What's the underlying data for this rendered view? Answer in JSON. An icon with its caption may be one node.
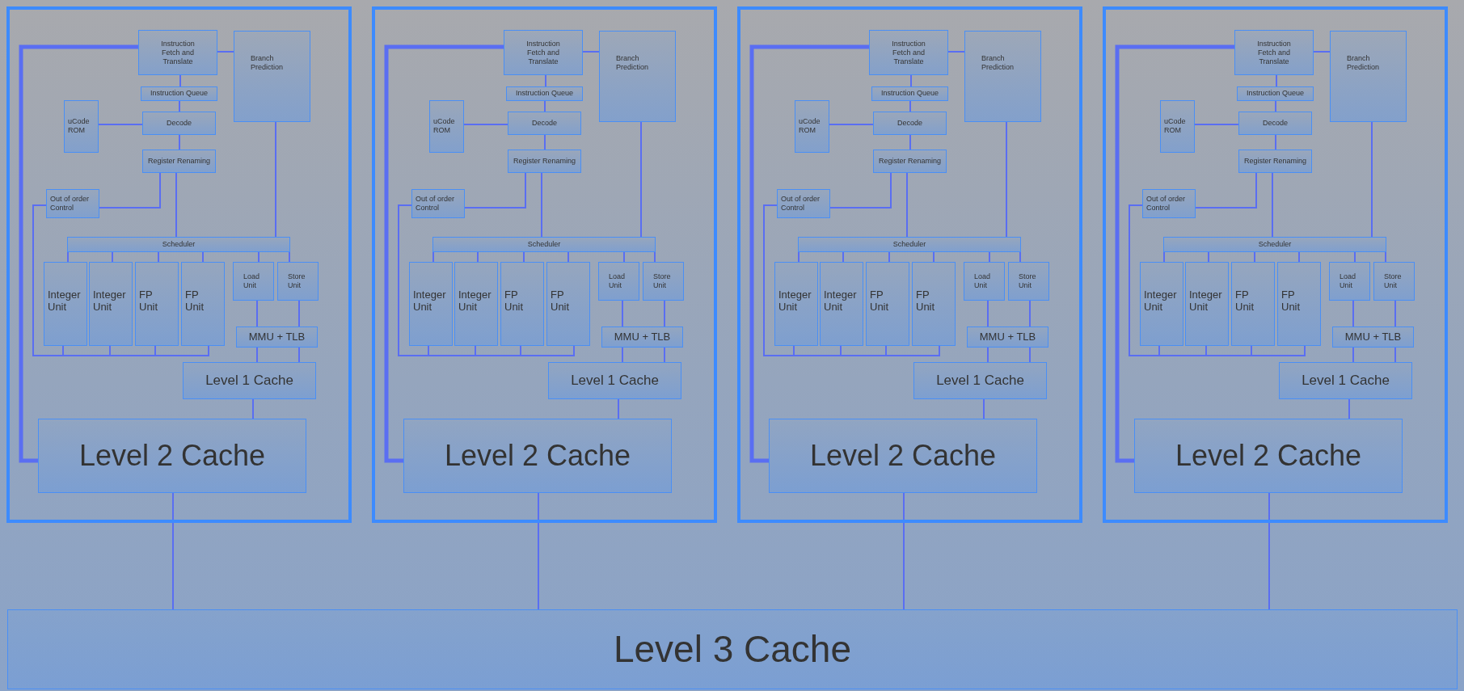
{
  "diagram": {
    "nodes": [
      {
        "text": [],
        "shape": "box"
      },
      {
        "text": [
          "Instruction Fetch and Translate"
        ],
        "in": 0
      },
      {
        "text": [
          "Branch Prediction"
        ],
        "in": 0
      },
      {
        "text": [
          "Instruction Queue"
        ],
        "in": 0
      },
      {
        "text": [
          "uCode ROM"
        ],
        "in": 0
      },
      {
        "text": [
          "Decode"
        ],
        "in": 0
      },
      {
        "text": [
          "Register Renaming"
        ],
        "in": 0
      },
      {
        "text": [
          "Out of order Control"
        ],
        "in": 0
      },
      {
        "text": [
          "Scheduler"
        ],
        "in": 0
      },
      {
        "text": [
          "Integer Unit"
        ],
        "in": 0
      },
      {
        "text": [
          "Integer Unit"
        ],
        "in": 0
      },
      {
        "text": [
          "FP Unit"
        ],
        "in": 0
      },
      {
        "text": [
          "FP Unit"
        ],
        "in": 0
      },
      {
        "text": [
          "Load Unit"
        ],
        "in": 0
      },
      {
        "text": [
          "Store Unit"
        ],
        "in": 0
      },
      {
        "text": [
          "MMU + TLB"
        ],
        "in": 0
      },
      {
        "text": [
          "Level 1 Cache"
        ],
        "in": 0
      },
      {
        "text": [
          "Level 2 Cache"
        ],
        "in": 0
      },
      {
        "text": [],
        "shape": "box"
      },
      {
        "text": [
          "Instruction Fetch and Translate"
        ],
        "in": 18
      },
      {
        "text": [
          "Branch Prediction"
        ],
        "in": 18
      },
      {
        "text": [
          "Instruction Queue"
        ],
        "in": 18
      },
      {
        "text": [
          "uCode ROM"
        ],
        "in": 18
      },
      {
        "text": [
          "Decode"
        ],
        "in": 18
      },
      {
        "text": [
          "Register Renaming"
        ],
        "in": 18
      },
      {
        "text": [
          "Out of order Control"
        ],
        "in": 18
      },
      {
        "text": [
          "Scheduler"
        ],
        "in": 18
      },
      {
        "text": [
          "Integer Unit"
        ],
        "in": 18
      },
      {
        "text": [
          "Integer Unit"
        ],
        "in": 18
      },
      {
        "text": [
          "FP Unit"
        ],
        "in": 18
      },
      {
        "text": [
          "FP Unit"
        ],
        "in": 18
      },
      {
        "text": [
          "Load Unit"
        ],
        "in": 18
      },
      {
        "text": [
          "Store Unit"
        ],
        "in": 18
      },
      {
        "text": [
          "MMU + TLB"
        ],
        "in": 18
      },
      {
        "text": [
          "Level 1 Cache"
        ],
        "in": 18
      },
      {
        "text": [
          "Level 2 Cache"
        ],
        "in": 18
      },
      {
        "text": [],
        "shape": "box"
      },
      {
        "text": [
          "Instruction Fetch and Translate"
        ],
        "in": 36
      },
      {
        "text": [
          "Branch Prediction"
        ],
        "in": 36
      },
      {
        "text": [
          "Instruction Queue"
        ],
        "in": 36
      },
      {
        "text": [
          "uCode ROM"
        ],
        "in": 36
      },
      {
        "text": [
          "Decode"
        ],
        "in": 36
      },
      {
        "text": [
          "Register Renaming"
        ],
        "in": 36
      },
      {
        "text": [
          "Out of order Control"
        ],
        "in": 36
      },
      {
        "text": [
          "Scheduler"
        ],
        "in": 36
      },
      {
        "text": [
          "Integer Unit"
        ],
        "in": 36
      },
      {
        "text": [
          "Integer Unit"
        ],
        "in": 36
      },
      {
        "text": [
          "FP Unit"
        ],
        "in": 36
      },
      {
        "text": [
          "FP Unit"
        ],
        "in": 36
      },
      {
        "text": [
          "Load Unit"
        ],
        "in": 36
      },
      {
        "text": [
          "Store Unit"
        ],
        "in": 36
      },
      {
        "text": [
          "MMU + TLB"
        ],
        "in": 36
      },
      {
        "text": [
          "Level 1 Cache"
        ],
        "in": 36
      },
      {
        "text": [
          "Level 2 Cache"
        ],
        "in": 36
      },
      {
        "text": [],
        "shape": "box"
      },
      {
        "text": [
          "Instruction Fetch and Translate"
        ],
        "in": 54
      },
      {
        "text": [
          "Branch Prediction"
        ],
        "in": 54
      },
      {
        "text": [
          "Instruction Queue"
        ],
        "in": 54
      },
      {
        "text": [
          "uCode ROM"
        ],
        "in": 54
      },
      {
        "text": [
          "Decode"
        ],
        "in": 54
      },
      {
        "text": [
          "Register Renaming"
        ],
        "in": 54
      },
      {
        "text": [
          "Out of order Control"
        ],
        "in": 54
      },
      {
        "text": [
          "Scheduler"
        ],
        "in": 54
      },
      {
        "text": [
          "Integer Unit"
        ],
        "in": 54
      },
      {
        "text": [
          "Integer Unit"
        ],
        "in": 54
      },
      {
        "text": [
          "FP Unit"
        ],
        "in": 54
      },
      {
        "text": [
          "FP Unit"
        ],
        "in": 54
      },
      {
        "text": [
          "Load Unit"
        ],
        "in": 54
      },
      {
        "text": [
          "Store Unit"
        ],
        "in": 54
      },
      {
        "text": [
          "MMU + TLB"
        ],
        "in": 54
      },
      {
        "text": [
          "Level 1 Cache"
        ],
        "in": 54
      },
      {
        "text": [
          "Level 2 Cache"
        ],
        "in": 54
      },
      {
        "text": [
          "Level 3 Cache"
        ]
      }
    ],
    "edges": [
      {
        "from": 1,
        "to": 17,
        "arrow": "none",
        "style": "thick"
      },
      {
        "from": 1,
        "to": 2,
        "arrow": "none"
      },
      {
        "from": 1,
        "to": 3,
        "arrow": "none"
      },
      {
        "from": 3,
        "to": 5,
        "arrow": "none"
      },
      {
        "from": 4,
        "to": 5,
        "arrow": "none"
      },
      {
        "from": 5,
        "to": 6,
        "arrow": "none"
      },
      {
        "from": 6,
        "to": 7,
        "arrow": "none"
      },
      {
        "from": 6,
        "to": 8,
        "arrow": "none"
      },
      {
        "from": 2,
        "to": 8,
        "arrow": "none"
      },
      {
        "from": 8,
        "to": 9,
        "arrow": "none"
      },
      {
        "from": 8,
        "to": 10,
        "arrow": "none"
      },
      {
        "from": 8,
        "to": 11,
        "arrow": "none"
      },
      {
        "from": 8,
        "to": 12,
        "arrow": "none"
      },
      {
        "from": 8,
        "to": 13,
        "arrow": "none"
      },
      {
        "from": 8,
        "to": 14,
        "arrow": "none"
      },
      {
        "from": 9,
        "to": 7,
        "arrow": "none"
      },
      {
        "from": 10,
        "to": 7,
        "arrow": "none"
      },
      {
        "from": 11,
        "to": 7,
        "arrow": "none"
      },
      {
        "from": 12,
        "to": 7,
        "arrow": "none"
      },
      {
        "from": 13,
        "to": 15,
        "arrow": "none"
      },
      {
        "from": 14,
        "to": 15,
        "arrow": "none"
      },
      {
        "from": 15,
        "to": 16,
        "arrow": "none"
      },
      {
        "from": 15,
        "to": 16,
        "arrow": "none"
      },
      {
        "from": 16,
        "to": 17,
        "arrow": "none"
      },
      {
        "from": 17,
        "to": 72,
        "arrow": "none"
      },
      {
        "from": 19,
        "to": 35,
        "arrow": "none",
        "style": "thick"
      },
      {
        "from": 19,
        "to": 20,
        "arrow": "none"
      },
      {
        "from": 19,
        "to": 21,
        "arrow": "none"
      },
      {
        "from": 21,
        "to": 23,
        "arrow": "none"
      },
      {
        "from": 22,
        "to": 23,
        "arrow": "none"
      },
      {
        "from": 23,
        "to": 24,
        "arrow": "none"
      },
      {
        "from": 24,
        "to": 25,
        "arrow": "none"
      },
      {
        "from": 24,
        "to": 26,
        "arrow": "none"
      },
      {
        "from": 20,
        "to": 26,
        "arrow": "none"
      },
      {
        "from": 26,
        "to": 27,
        "arrow": "none"
      },
      {
        "from": 26,
        "to": 28,
        "arrow": "none"
      },
      {
        "from": 26,
        "to": 29,
        "arrow": "none"
      },
      {
        "from": 26,
        "to": 30,
        "arrow": "none"
      },
      {
        "from": 26,
        "to": 31,
        "arrow": "none"
      },
      {
        "from": 26,
        "to": 32,
        "arrow": "none"
      },
      {
        "from": 27,
        "to": 25,
        "arrow": "none"
      },
      {
        "from": 28,
        "to": 25,
        "arrow": "none"
      },
      {
        "from": 29,
        "to": 25,
        "arrow": "none"
      },
      {
        "from": 30,
        "to": 25,
        "arrow": "none"
      },
      {
        "from": 31,
        "to": 33,
        "arrow": "none"
      },
      {
        "from": 32,
        "to": 33,
        "arrow": "none"
      },
      {
        "from": 33,
        "to": 34,
        "arrow": "none"
      },
      {
        "from": 33,
        "to": 34,
        "arrow": "none"
      },
      {
        "from": 34,
        "to": 35,
        "arrow": "none"
      },
      {
        "from": 35,
        "to": 72,
        "arrow": "none"
      },
      {
        "from": 37,
        "to": 53,
        "arrow": "none",
        "style": "thick"
      },
      {
        "from": 37,
        "to": 38,
        "arrow": "none"
      },
      {
        "from": 37,
        "to": 39,
        "arrow": "none"
      },
      {
        "from": 39,
        "to": 41,
        "arrow": "none"
      },
      {
        "from": 40,
        "to": 41,
        "arrow": "none"
      },
      {
        "from": 41,
        "to": 42,
        "arrow": "none"
      },
      {
        "from": 42,
        "to": 43,
        "arrow": "none"
      },
      {
        "from": 42,
        "to": 44,
        "arrow": "none"
      },
      {
        "from": 38,
        "to": 44,
        "arrow": "none"
      },
      {
        "from": 44,
        "to": 45,
        "arrow": "none"
      },
      {
        "from": 44,
        "to": 46,
        "arrow": "none"
      },
      {
        "from": 44,
        "to": 47,
        "arrow": "none"
      },
      {
        "from": 44,
        "to": 48,
        "arrow": "none"
      },
      {
        "from": 44,
        "to": 49,
        "arrow": "none"
      },
      {
        "from": 44,
        "to": 50,
        "arrow": "none"
      },
      {
        "from": 45,
        "to": 43,
        "arrow": "none"
      },
      {
        "from": 46,
        "to": 43,
        "arrow": "none"
      },
      {
        "from": 47,
        "to": 43,
        "arrow": "none"
      },
      {
        "from": 48,
        "to": 43,
        "arrow": "none"
      },
      {
        "from": 49,
        "to": 51,
        "arrow": "none"
      },
      {
        "from": 50,
        "to": 51,
        "arrow": "none"
      },
      {
        "from": 51,
        "to": 52,
        "arrow": "none"
      },
      {
        "from": 51,
        "to": 52,
        "arrow": "none"
      },
      {
        "from": 52,
        "to": 53,
        "arrow": "none"
      },
      {
        "from": 53,
        "to": 72,
        "arrow": "none"
      },
      {
        "from": 55,
        "to": 71,
        "arrow": "none",
        "style": "thick"
      },
      {
        "from": 55,
        "to": 56,
        "arrow": "none"
      },
      {
        "from": 55,
        "to": 57,
        "arrow": "none"
      },
      {
        "from": 57,
        "to": 59,
        "arrow": "none"
      },
      {
        "from": 58,
        "to": 59,
        "arrow": "none"
      },
      {
        "from": 59,
        "to": 60,
        "arrow": "none"
      },
      {
        "from": 60,
        "to": 61,
        "arrow": "none"
      },
      {
        "from": 60,
        "to": 62,
        "arrow": "none"
      },
      {
        "from": 56,
        "to": 62,
        "arrow": "none"
      },
      {
        "from": 62,
        "to": 63,
        "arrow": "none"
      },
      {
        "from": 62,
        "to": 64,
        "arrow": "none"
      },
      {
        "from": 62,
        "to": 65,
        "arrow": "none"
      },
      {
        "from": 62,
        "to": 66,
        "arrow": "none"
      },
      {
        "from": 62,
        "to": 67,
        "arrow": "none"
      },
      {
        "from": 62,
        "to": 68,
        "arrow": "none"
      },
      {
        "from": 63,
        "to": 61,
        "arrow": "none"
      },
      {
        "from": 64,
        "to": 61,
        "arrow": "none"
      },
      {
        "from": 65,
        "to": 61,
        "arrow": "none"
      },
      {
        "from": 66,
        "to": 61,
        "arrow": "none"
      },
      {
        "from": 67,
        "to": 69,
        "arrow": "none"
      },
      {
        "from": 68,
        "to": 69,
        "arrow": "none"
      },
      {
        "from": 69,
        "to": 70,
        "arrow": "none"
      },
      {
        "from": 69,
        "to": 70,
        "arrow": "none"
      },
      {
        "from": 70,
        "to": 71,
        "arrow": "none"
      },
      {
        "from": 71,
        "to": 72,
        "arrow": "none"
      }
    ]
  }
}
